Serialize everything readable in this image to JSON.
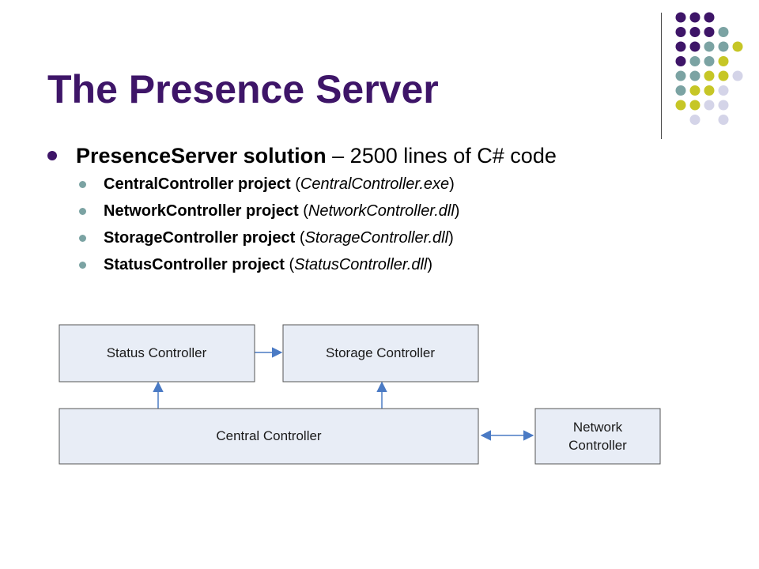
{
  "slide": {
    "title": "The Presence Server",
    "bullet": {
      "bold": "PresenceServer solution",
      "rest": " – 2500 lines of C# code"
    },
    "sub_bullets": [
      {
        "bold": "CentralController project",
        "plain": " (",
        "italic": "CentralController.exe",
        "close": ")"
      },
      {
        "bold": "NetworkController project",
        "plain": " (",
        "italic": "NetworkController.dll",
        "close": ")"
      },
      {
        "bold": "StorageController project",
        "plain": " (",
        "italic": "StorageController.dll",
        "close": ")"
      },
      {
        "bold": "StatusController project",
        "plain": " (",
        "italic": "StatusController.dll",
        "close": ")"
      }
    ]
  },
  "diagram": {
    "nodes": {
      "status": "Status Controller",
      "storage": "Storage Controller",
      "central": "Central Controller",
      "network_line1": "Network",
      "network_line2": "Controller"
    },
    "edges": [
      {
        "from": "Status Controller",
        "to": "Storage Controller",
        "type": "arrow"
      },
      {
        "from": "Central Controller",
        "to": "Status Controller",
        "type": "arrow"
      },
      {
        "from": "Central Controller",
        "to": "Storage Controller",
        "type": "arrow"
      },
      {
        "from": "Central Controller",
        "to": "Network Controller",
        "type": "double-arrow"
      }
    ],
    "colors": {
      "box_fill": "#e8edf6",
      "box_stroke": "#555555",
      "arrow": "#4a7ac4"
    }
  },
  "decor": {
    "dot_colors": {
      "purple": "#3e1568",
      "teal": "#7ba3a3",
      "yellow": "#c6c626",
      "lavender": "#d4d4e8"
    }
  }
}
